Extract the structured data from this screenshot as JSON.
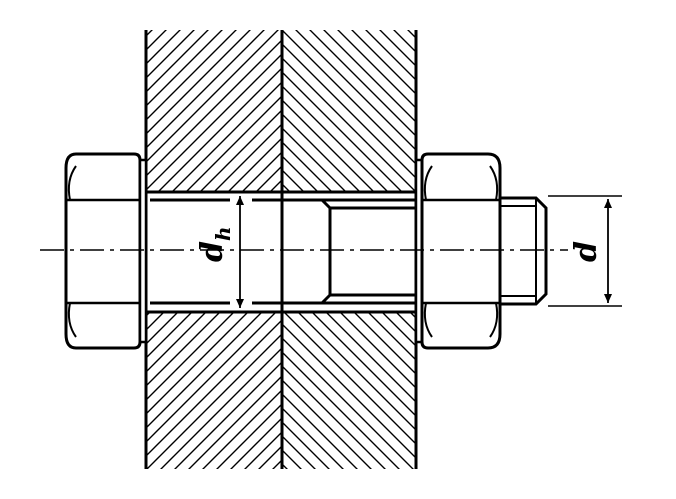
{
  "labels": {
    "hole_diameter_main": "d",
    "hole_diameter_sub": "h",
    "bolt_diameter": "d"
  },
  "colors": {
    "ink": "#000000",
    "paper": "#ffffff"
  }
}
